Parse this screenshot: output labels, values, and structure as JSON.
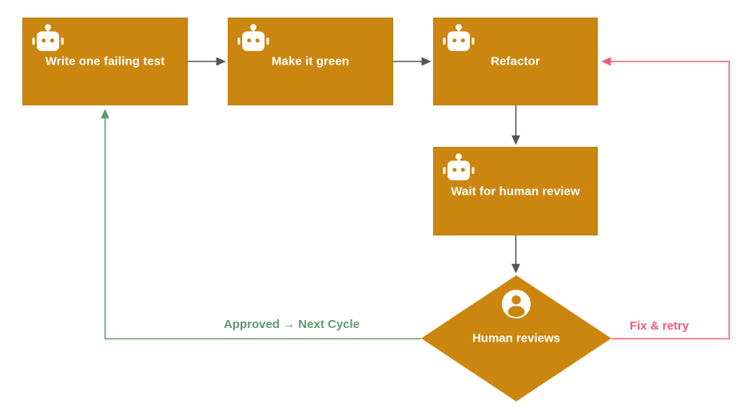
{
  "flowchart": {
    "nodes": {
      "write_failing_test": {
        "label": "Write one failing test",
        "icon": "robot-icon",
        "shape": "rect"
      },
      "make_it_green": {
        "label": "Make it green",
        "icon": "robot-icon",
        "shape": "rect"
      },
      "refactor": {
        "label": "Refactor",
        "icon": "robot-icon",
        "shape": "rect"
      },
      "wait_for_human_review": {
        "label": "Wait for human review",
        "icon": "robot-icon",
        "shape": "rect"
      },
      "human_reviews": {
        "label": "Human reviews",
        "icon": "person-icon",
        "shape": "diamond"
      }
    },
    "edges": [
      {
        "from": "write_failing_test",
        "to": "make_it_green",
        "label": "",
        "color": "#555555"
      },
      {
        "from": "make_it_green",
        "to": "refactor",
        "label": "",
        "color": "#555555"
      },
      {
        "from": "refactor",
        "to": "wait_for_human_review",
        "label": "",
        "color": "#555555"
      },
      {
        "from": "wait_for_human_review",
        "to": "human_reviews",
        "label": "",
        "color": "#555555"
      },
      {
        "from": "human_reviews",
        "to": "write_failing_test",
        "label": "Approved → Next Cycle",
        "color": "#5F9A6C"
      },
      {
        "from": "human_reviews",
        "to": "refactor",
        "label": "Fix & retry",
        "color": "#F05C7A"
      }
    ],
    "colors": {
      "node_fill": "#CB860F",
      "node_border": "#BC7D10",
      "node_text": "#FFFFFF",
      "arrow": "#555555",
      "approved_green": "#5F9A6C",
      "fix_retry_pink": "#F05C7A",
      "background": "#FFFFFF"
    }
  }
}
